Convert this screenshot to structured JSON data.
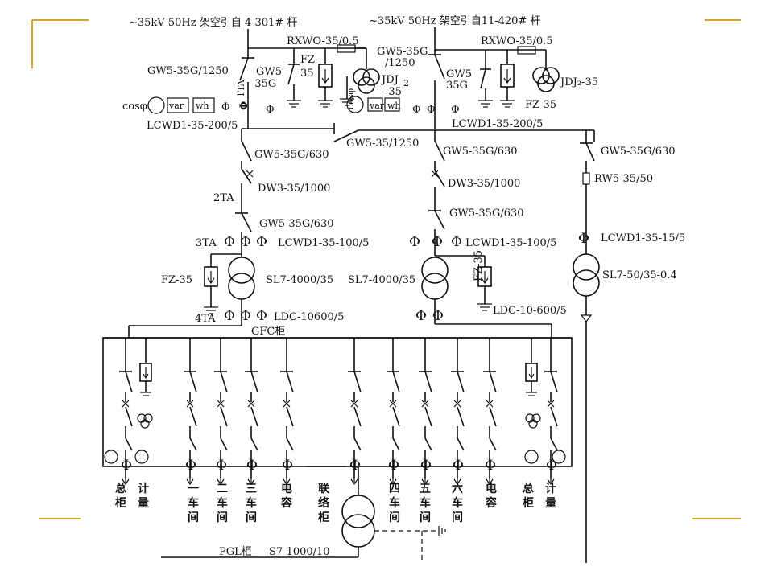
{
  "source_left": "~35kV 50Hz 架空引自 4-301# 杆",
  "source_right": "~35kV 50Hz 架空引自11-420# 杆",
  "left_in": {
    "fuse": "RXWO-35/0.5",
    "fz": "FZ-35",
    "fz_top": "FZ -",
    "fz_bot": "35",
    "gw_switch": "GW5-35G/1250",
    "gw_small_a": "GW5",
    "gw_small_b": "-35G",
    "ta": "1TA",
    "cos": "cosφ",
    "var": "var",
    "wh": "wh",
    "jdj_a": "JDJ",
    "jdj_sub": "2",
    "jdj_b": "-35",
    "ct": "LCWD1-35-200/5"
  },
  "right_in": {
    "fuse": "RXWO-35/0.5",
    "gw_switch_a": "GW5-35G",
    "gw_switch_b": "/1250",
    "gw_small_a": "GW5",
    "gw_small_b": "35G",
    "jdj": "JDJ₂-35",
    "fz": "FZ-35",
    "ct": "LCWD1-35-200/5",
    "cos": "cosφ",
    "var": "var",
    "wh": "wh"
  },
  "bus_tie": "GW5-35/1250",
  "feeder1": {
    "gw_top": "GW5-35G/630",
    "breaker": "DW3-35/1000",
    "ta2": "2TA",
    "gw_bot": "GW5-35G/630",
    "ta3": "3TA",
    "ct": "LCWD1-35-100/5",
    "fz": "FZ-35",
    "transformer": "SL7-4000/35",
    "ta4": "4TA",
    "ldc": "LDC-10600/5",
    "cabinet": "GFC柜"
  },
  "feeder2": {
    "gw_top": "GW5-35G/630",
    "breaker": "DW3-35/1000",
    "gw_bot": "GW5-35G/630",
    "ct": "LCWD1-35-100/5",
    "transformer": "SL7-4000/35",
    "fz": "FZ-35",
    "ldc": "LDC-10-600/5"
  },
  "feeder3": {
    "gw": "GW5-35G/630",
    "rw": "RW5-35/50",
    "ct": "LCWD1-35-15/5",
    "transformer": "SL7-50/35-0.4"
  },
  "bottom": {
    "columns": [
      "总柜",
      "计量",
      "一车间",
      "二车间",
      "三车间",
      "电容",
      "联络柜",
      "四车间",
      "五车间",
      "六车间",
      "电容",
      "总柜",
      "计量"
    ],
    "pgl": "PGL柜",
    "s7": "S7-1000/10"
  }
}
